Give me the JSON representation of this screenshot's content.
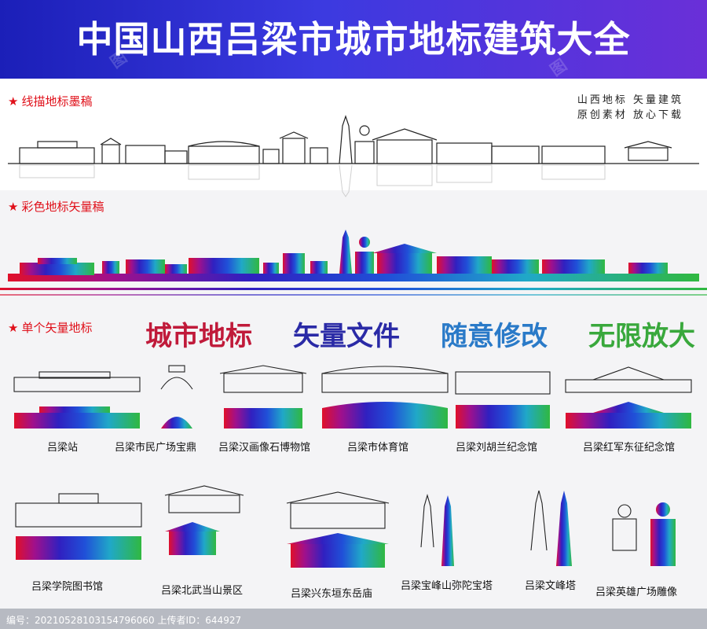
{
  "banner": {
    "title": "中国山西吕梁市城市地标建筑大全"
  },
  "sections": {
    "line_draft": "线描地标墨稿",
    "color_draft": "彩色地标矢量稿",
    "single": "单个矢量地标"
  },
  "promo": {
    "line1": "山西地标  矢量建筑",
    "line2": "原创素材  放心下载"
  },
  "slogans": [
    {
      "text": "城市地标",
      "color": "#c01a3a"
    },
    {
      "text": "矢量文件",
      "color": "#2a2aa6"
    },
    {
      "text": "随意修改",
      "color": "#2a7ac8"
    },
    {
      "text": "无限放大",
      "color": "#39a83c"
    }
  ],
  "landmarks": [
    {
      "name": "吕梁站"
    },
    {
      "name": "吕梁市民广场宝鼎"
    },
    {
      "name": "吕梁汉画像石博物馆"
    },
    {
      "name": "吕梁市体育馆"
    },
    {
      "name": "吕梁刘胡兰纪念馆"
    },
    {
      "name": "吕梁红军东征纪念馆"
    },
    {
      "name": "吕梁学院图书馆"
    },
    {
      "name": "吕梁北武当山景区"
    },
    {
      "name": "吕梁兴东垣东岳庙"
    },
    {
      "name": "吕梁宝峰山弥陀宝塔"
    },
    {
      "name": "吕梁文峰塔"
    },
    {
      "name": "吕梁英雄广场雕像"
    }
  ],
  "footer": {
    "text": "编号：20210528103154796060 上传者ID：644927"
  },
  "colors": {
    "banner": "#2a2ccc",
    "accent": "#e0101a"
  }
}
